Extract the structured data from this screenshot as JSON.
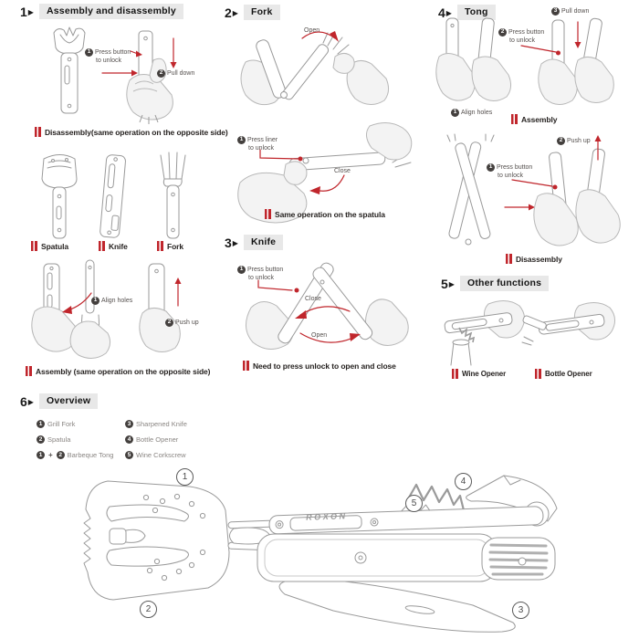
{
  "colors": {
    "accent_red": "#c0262c",
    "header_bg": "#e8e8e8",
    "ink": "#262220",
    "line_gray": "#9a9a9a"
  },
  "ui": {
    "marker": "▶"
  },
  "s1": {
    "num": "1",
    "title": "Assembly and disassembly",
    "d_step1_n": "1",
    "d_step1a": "Press button",
    "d_step1b": "to unlock",
    "d_step2_n": "2",
    "d_step2a": "Pull down",
    "d_caption": "Disassembly(same operation on the opposite side)",
    "tool1": "Spatula",
    "tool2": "Knife",
    "tool3": "Fork",
    "a_step1_n": "1",
    "a_step1a": "Align holes",
    "a_step2_n": "2",
    "a_step2a": "Push up",
    "a_caption": "Assembly (same operation on the opposite side)"
  },
  "s2": {
    "num": "2",
    "title": "Fork",
    "open": "Open",
    "step1_n": "1",
    "step1a": "Press liner",
    "step1b": "to unlock",
    "close": "Close",
    "caption": "Same operation on the spatula"
  },
  "s3": {
    "num": "3",
    "title": "Knife",
    "step1_n": "1",
    "step1a": "Press button",
    "step1b": "to unlock",
    "close": "Close",
    "open": "Open",
    "caption": "Need to press unlock to open and close"
  },
  "s4": {
    "num": "4",
    "title": "Tong",
    "a_step1_n": "1",
    "a_step1a": "Align holes",
    "a_step2_n": "2",
    "a_step2a": "Press button",
    "a_step2b": "to unlock",
    "a_step3_n": "3",
    "a_step3a": "Pull down",
    "a_caption": "Assembly",
    "d_step1_n": "1",
    "d_step1a": "Press button",
    "d_step1b": "to unlock",
    "d_step2_n": "2",
    "d_step2a": "Push up",
    "d_caption": "Disassembly"
  },
  "s5": {
    "num": "5",
    "title": "Other functions",
    "cap1": "Wine Opener",
    "cap2": "Bottle Opener"
  },
  "s6": {
    "num": "6",
    "title": "Overview",
    "legend": [
      {
        "n": "1",
        "label": "Grill Fork"
      },
      {
        "n": "2",
        "label": "Spatula"
      },
      {
        "n_a": "1",
        "plus": "+",
        "n_b": "2",
        "label": "Barbeque Tong"
      },
      {
        "n": "3",
        "label": "Sharpened Knife"
      },
      {
        "n": "4",
        "label": "Bottle Opener"
      },
      {
        "n": "5",
        "label": "Wine Corkscrew"
      }
    ],
    "brand": "ROXON",
    "callout1": "1",
    "callout2": "2",
    "callout3": "3",
    "callout4": "4",
    "callout5": "5"
  }
}
